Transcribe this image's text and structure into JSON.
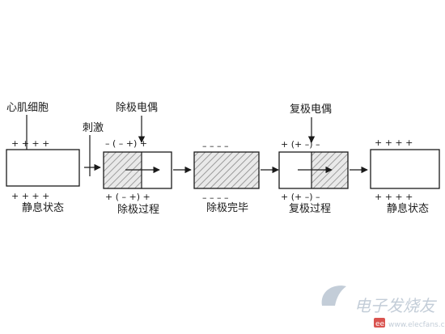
{
  "labels": {
    "cell": "心肌细胞",
    "stimulus": "刺激",
    "depol_dipole": "除极电偶",
    "repol_dipole": "复极电偶",
    "state1": "静息状态",
    "state2": "除极过程",
    "state3": "除极完毕",
    "state4": "复极过程",
    "state5": "静息状态"
  },
  "signs": {
    "s1_top": "+   +   +   +",
    "s1_bottom": "+   +   +   +",
    "s2_top": "–  (  –  +)  +",
    "s2_bottom": "+  (  –  +)  +",
    "s3_top": "–   –   –   –",
    "s3_bottom": "–   –   –   –",
    "s4_top": "+  (+  –)  –",
    "s4_bottom": "+  (+  –)  –",
    "s5_top": "+   +   +   +",
    "s5_bottom": "+   +   +   +"
  },
  "watermark": {
    "text": "电子发烧友",
    "url": "www.elecfans.com",
    "badge": "ee"
  },
  "colors": {
    "line": "#1a1a1a",
    "hatch": "#8a8a8a",
    "watermark": "#c3cdd8",
    "badge": "#d9534f"
  }
}
